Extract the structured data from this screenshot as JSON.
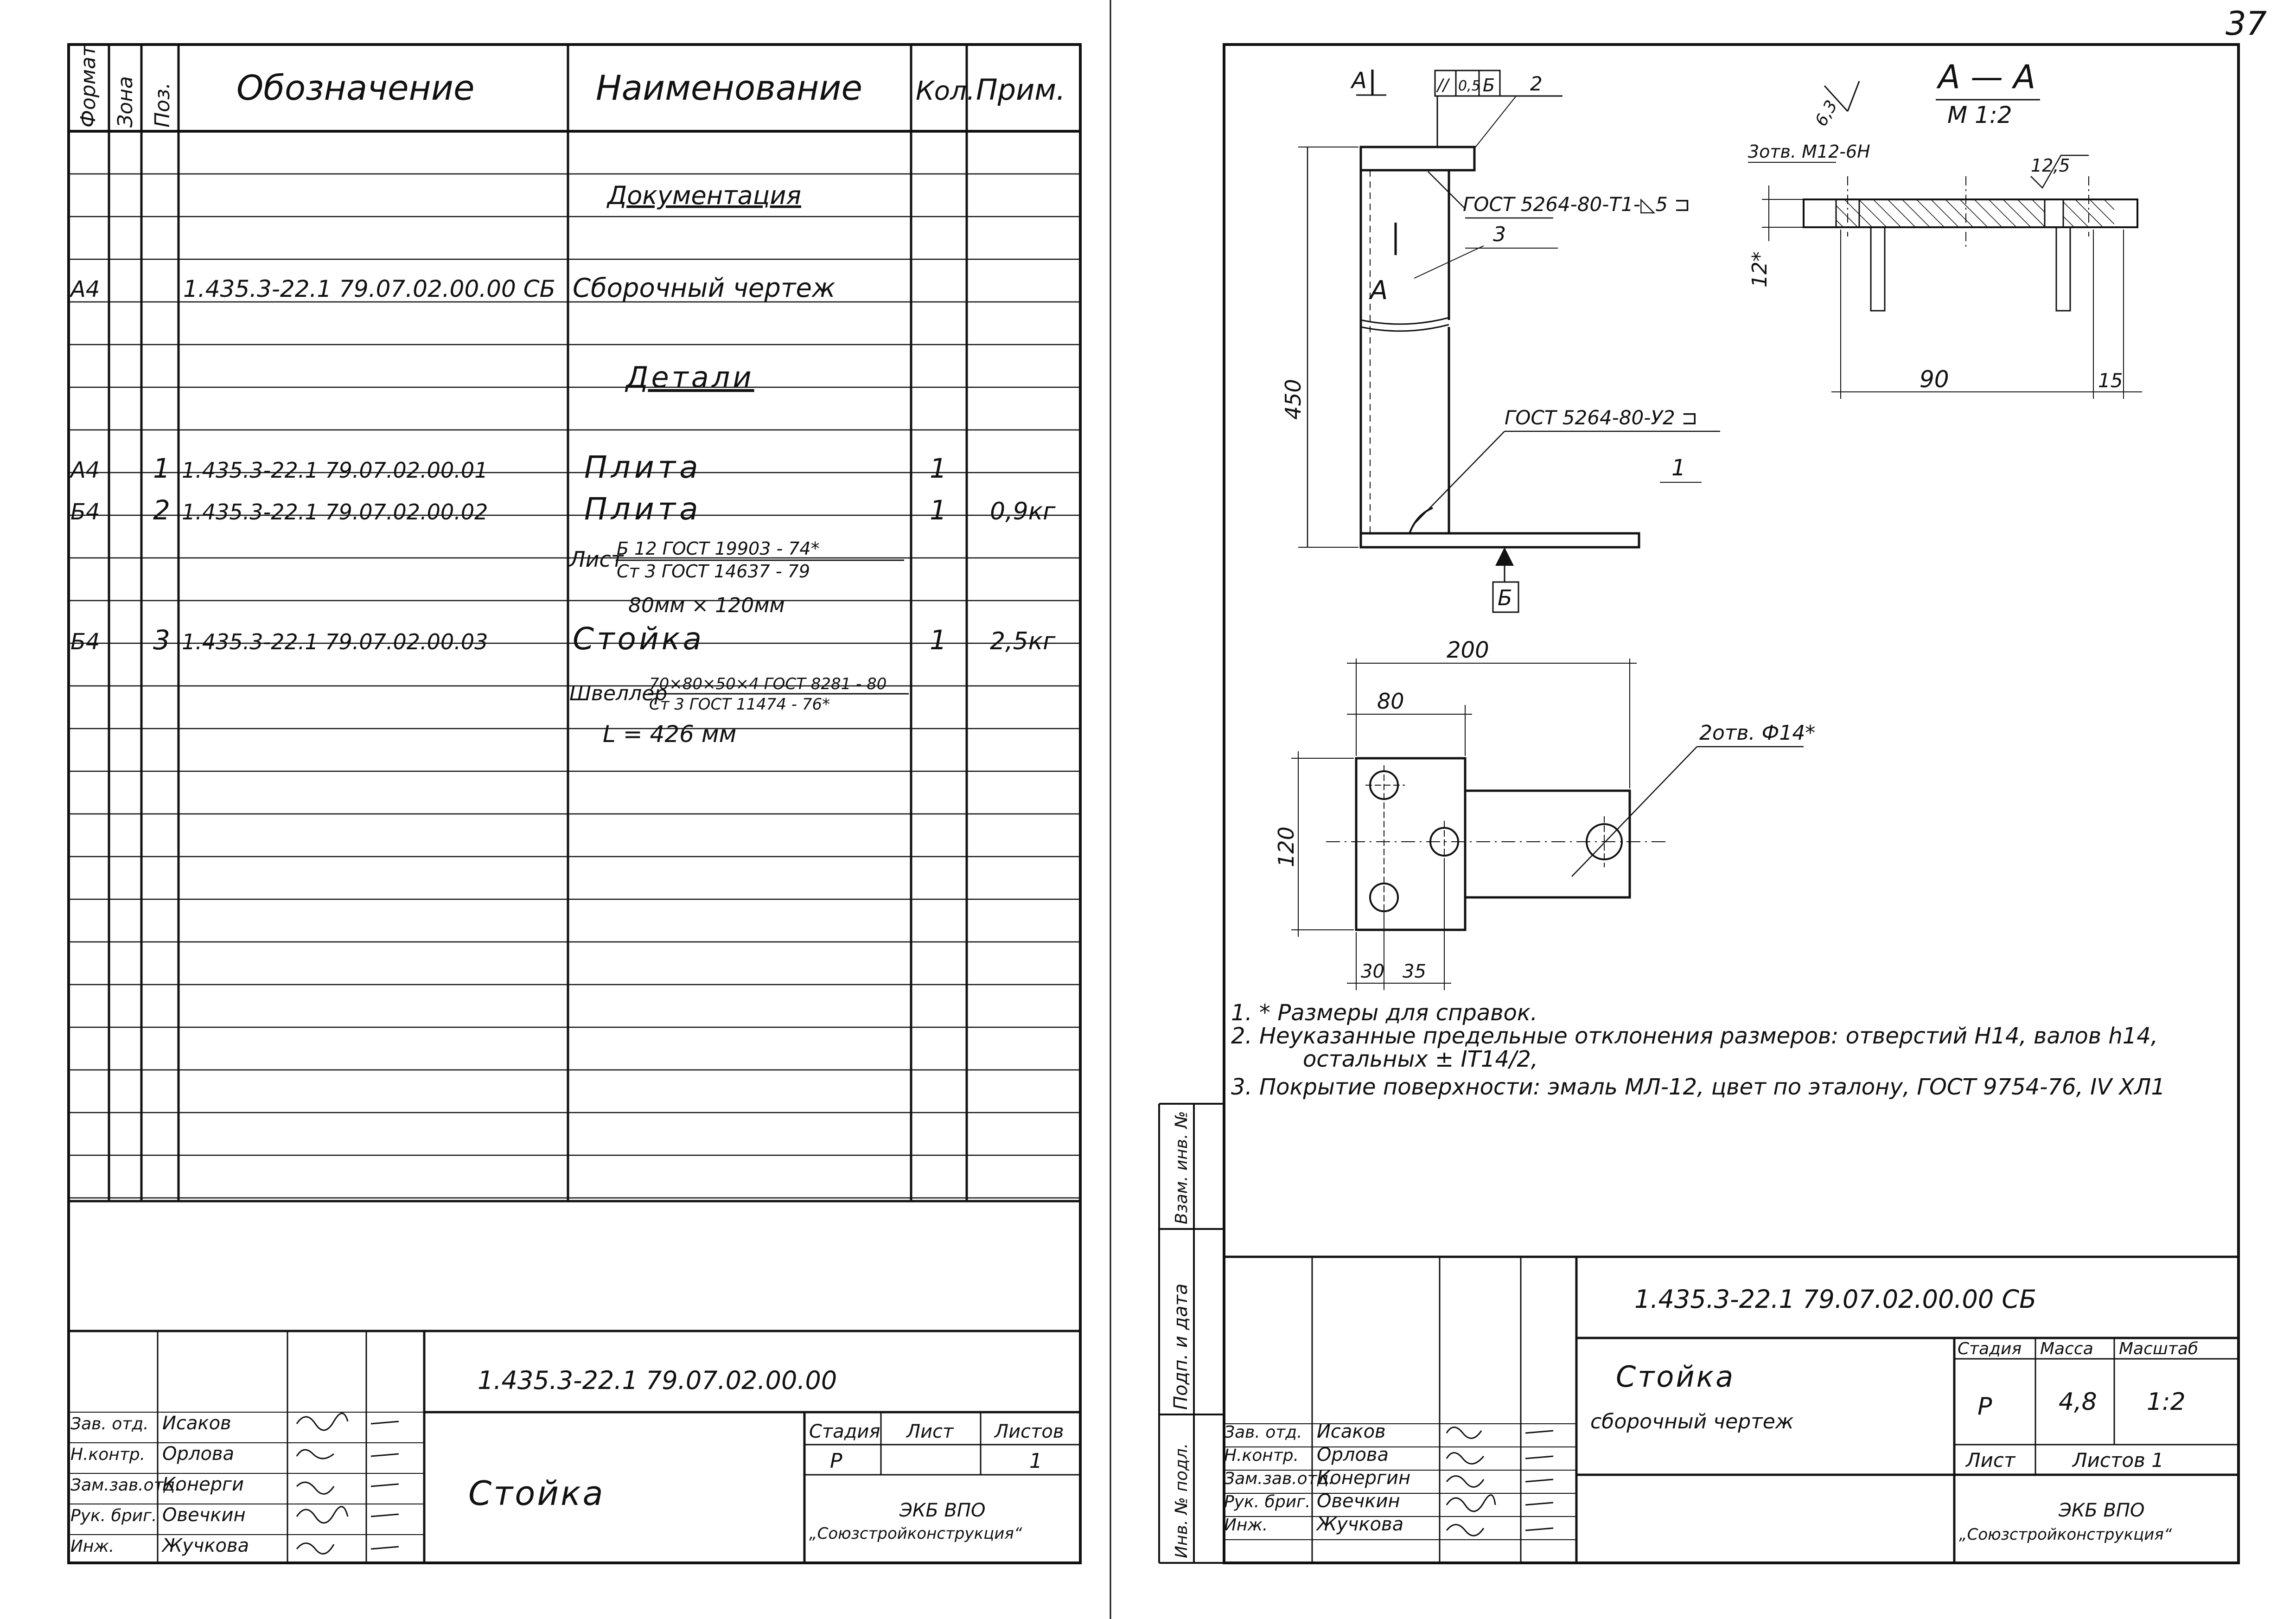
{
  "page_number": "37",
  "spec": {
    "headers": {
      "format": "Формат",
      "zone": "Зона",
      "pos": "Поз.",
      "designation": "Обозначение",
      "name": "Наименование",
      "qty": "Кол.",
      "note": "Прим."
    },
    "section_docs": "Документация",
    "section_parts": "Детали",
    "rows": [
      {
        "format": "А4",
        "pos": "",
        "designation": "1.435.3-22.1 79.07.02.00.00 СБ",
        "name": "Сборочный  чертеж",
        "qty": "",
        "note": ""
      },
      {
        "format": "А4",
        "pos": "1",
        "designation": "1.435.3-22.1 79.07.02.00.01",
        "name": "Плита",
        "qty": "1",
        "note": ""
      },
      {
        "format": "Б4",
        "pos": "2",
        "designation": "1.435.3-22.1  79.07.02.00.02",
        "name": "Плита",
        "qty": "1",
        "note": "0,9кг"
      },
      {
        "format": "Б4",
        "pos": "3",
        "designation": "1.435.3-22.1 79.07.02.00.03",
        "name": "Стойка",
        "qty": "1",
        "note": "2,5кг"
      }
    ],
    "material_2": {
      "prefix": "Лист",
      "num": "Б 12 ГОСТ 19903 - 74*",
      "den": "Ст 3 ГОСТ 14637 - 79",
      "size": "80мм × 120мм"
    },
    "material_3": {
      "prefix": "Швеллер",
      "num": "70×80×50×4 ГОСТ 8281 - 80",
      "den": "Ст 3 ГОСТ 11474 - 76*",
      "length": "L = 426 мм"
    },
    "title_block": {
      "code": "1.435.3-22.1  79.07.02.00.00",
      "name": "Стойка",
      "stage_h": "Стадия",
      "sheet_h": "Лист",
      "sheets_h": "Листов",
      "stage": "Р",
      "sheets": "1",
      "org_line1": "ЭКБ ВПО",
      "org_line2": "„Союзстройконструкция“",
      "roles": [
        "Зав. отд.",
        "Н.контр.",
        "Зам.зав.отд.",
        "Рук. бриг.",
        "Инж."
      ],
      "people": [
        "Исаков",
        "Орлова",
        "Конерги",
        "Овечкин",
        "Жучкова"
      ]
    }
  },
  "drawing": {
    "section_label": "А — А",
    "section_scale": "М 1:2",
    "cut_letter": "А",
    "tolerance_symbol": "//",
    "tolerance_value": "0,5",
    "tolerance_datum": "Б",
    "datum_letter": "Б",
    "leader_2": "2",
    "leader_3": "3",
    "leader_1": "1",
    "weld_top": "ГОСТ 5264-80-Т1-◺5 ⊐",
    "weld_bottom": "ГОСТ 5264-80-У2 ⊐",
    "holes_m12": "3отв. М12-6Н",
    "roughness_63": "6,3",
    "roughness_125": "12,5",
    "dim_450": "450",
    "dim_12": "12*",
    "dim_90": "90",
    "dim_15": "15",
    "dim_200": "200",
    "dim_80": "80",
    "dim_120": "120",
    "dim_30": "30",
    "dim_35": "35",
    "holes_d14": "2отв. Ф14*",
    "notes": [
      "1. * Размеры для справок.",
      "2. Неуказанные предельные отклонения размеров: отверстий Н14, валов h14,",
      "остальных ± IT14/2,",
      "3. Покрытие поверхности: эмаль МЛ-12, цвет по эталону, ГОСТ 9754-76, IV ХЛ1"
    ],
    "side_labels": [
      "Взам. инв. №",
      "Подп. и дата",
      "Инв. № подл."
    ],
    "title_block": {
      "code": "1.435.3-22.1  79.07.02.00.00  СБ",
      "name": "Стойка",
      "subtitle": "сборочный  чертеж",
      "stage_h": "Стадия",
      "mass_h": "Масса",
      "scale_h": "Масштаб",
      "stage": "Р",
      "mass": "4,8",
      "scale": "1:2",
      "sheet_h": "Лист",
      "sheets_h": "Листов 1",
      "org_line1": "ЭКБ ВПО",
      "org_line2": "„Союзстройконструкция“",
      "roles": [
        "Зав. отд.",
        "Н.контр.",
        "Зам.зав.отд.",
        "Рук. бриг.",
        "Инж."
      ],
      "people": [
        "Исаков",
        "Орлова",
        "Конергин",
        "Овечкин",
        "Жучкова"
      ]
    }
  }
}
